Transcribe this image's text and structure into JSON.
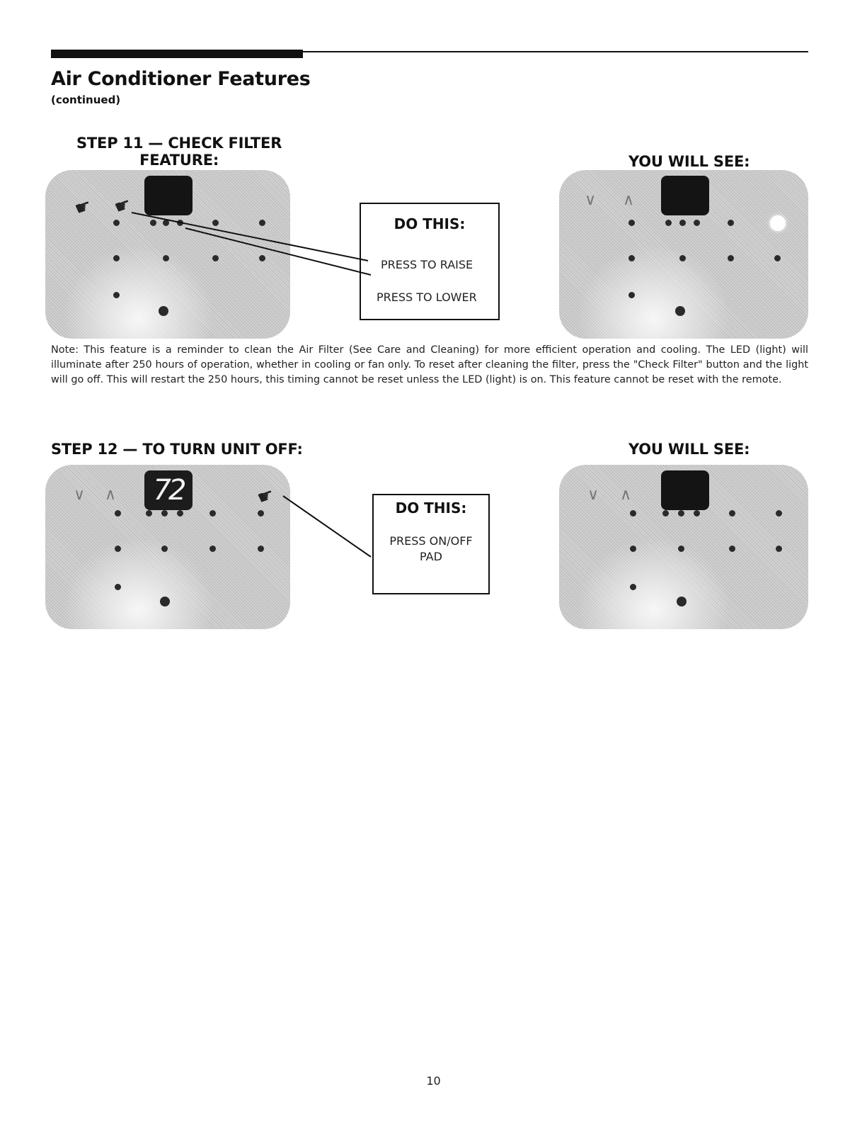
{
  "header": {
    "title": "Air Conditioner Features",
    "subtitle": "(continued)"
  },
  "step11": {
    "title_line1": "STEP 11 — CHECK FILTER",
    "title_line2": "FEATURE:",
    "you_will_see": "YOU WILL SEE:",
    "box_heading": "DO THIS:",
    "box_line1": "PRESS TO RAISE",
    "box_line2": "PRESS TO LOWER",
    "note": "Note: This feature is a reminder to clean the Air Filter (See Care and Cleaning) for more efficient operation and cooling. The LED (light) will illuminate after 250 hours of operation, whether in cooling or fan only. To reset after cleaning the filter, press the \"Check Filter\" button and the light will go off. This will restart the 250 hours, this timing cannot be reset unless the LED (light) is on. This feature cannot be reset with the remote."
  },
  "step12": {
    "title": "STEP 12 — TO TURN UNIT OFF:",
    "you_will_see": "YOU WILL SEE:",
    "box_heading": "DO THIS:",
    "box_line1": "PRESS ON/OFF",
    "box_line2": "PAD",
    "display_value": "72"
  },
  "footer": {
    "page_number": "10"
  }
}
